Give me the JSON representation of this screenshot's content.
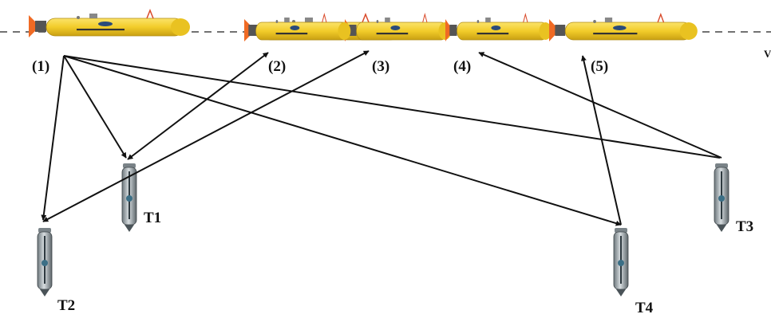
{
  "auv_labels": [
    "(1)",
    "(2)",
    "(3)",
    "(4)",
    "(5)"
  ],
  "transponder_labels": [
    "T1",
    "T2",
    "T3",
    "T4"
  ],
  "path_end_mark": "V",
  "colors": {
    "auv_body": "#f2cc2a",
    "auv_shade": "#c9a012",
    "fin": "#f06a24",
    "line": "#111111",
    "dashed": "#444444",
    "transponder": "#9aa3a8"
  },
  "icons": {
    "auv": "yellow-auv-submarine",
    "transponder": "seabed-transponder-beacon"
  }
}
